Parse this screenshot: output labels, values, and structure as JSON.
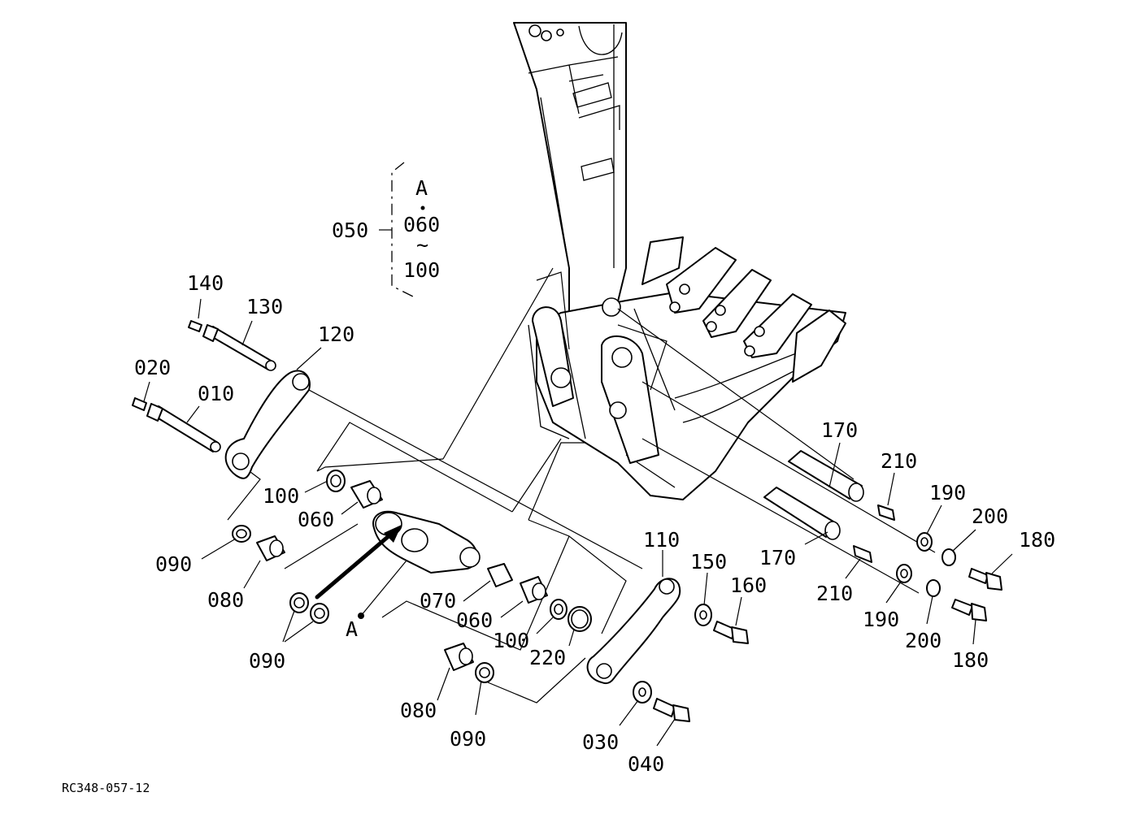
{
  "drawing_ref": "RC348-057-12",
  "group": {
    "main": "050",
    "items": [
      "A",
      "060",
      "100"
    ],
    "range_symbol": "~"
  },
  "callouts": [
    "140",
    "130",
    "120",
    "020",
    "010",
    "100",
    "060",
    "090",
    "080",
    "090",
    "A",
    "070",
    "060",
    "100",
    "220",
    "080",
    "090",
    "110",
    "150",
    "160",
    "030",
    "040",
    "170",
    "210",
    "190",
    "200",
    "180",
    "170",
    "210",
    "190",
    "200",
    "180"
  ],
  "colors": {
    "line": "#000000",
    "background": "#ffffff"
  }
}
